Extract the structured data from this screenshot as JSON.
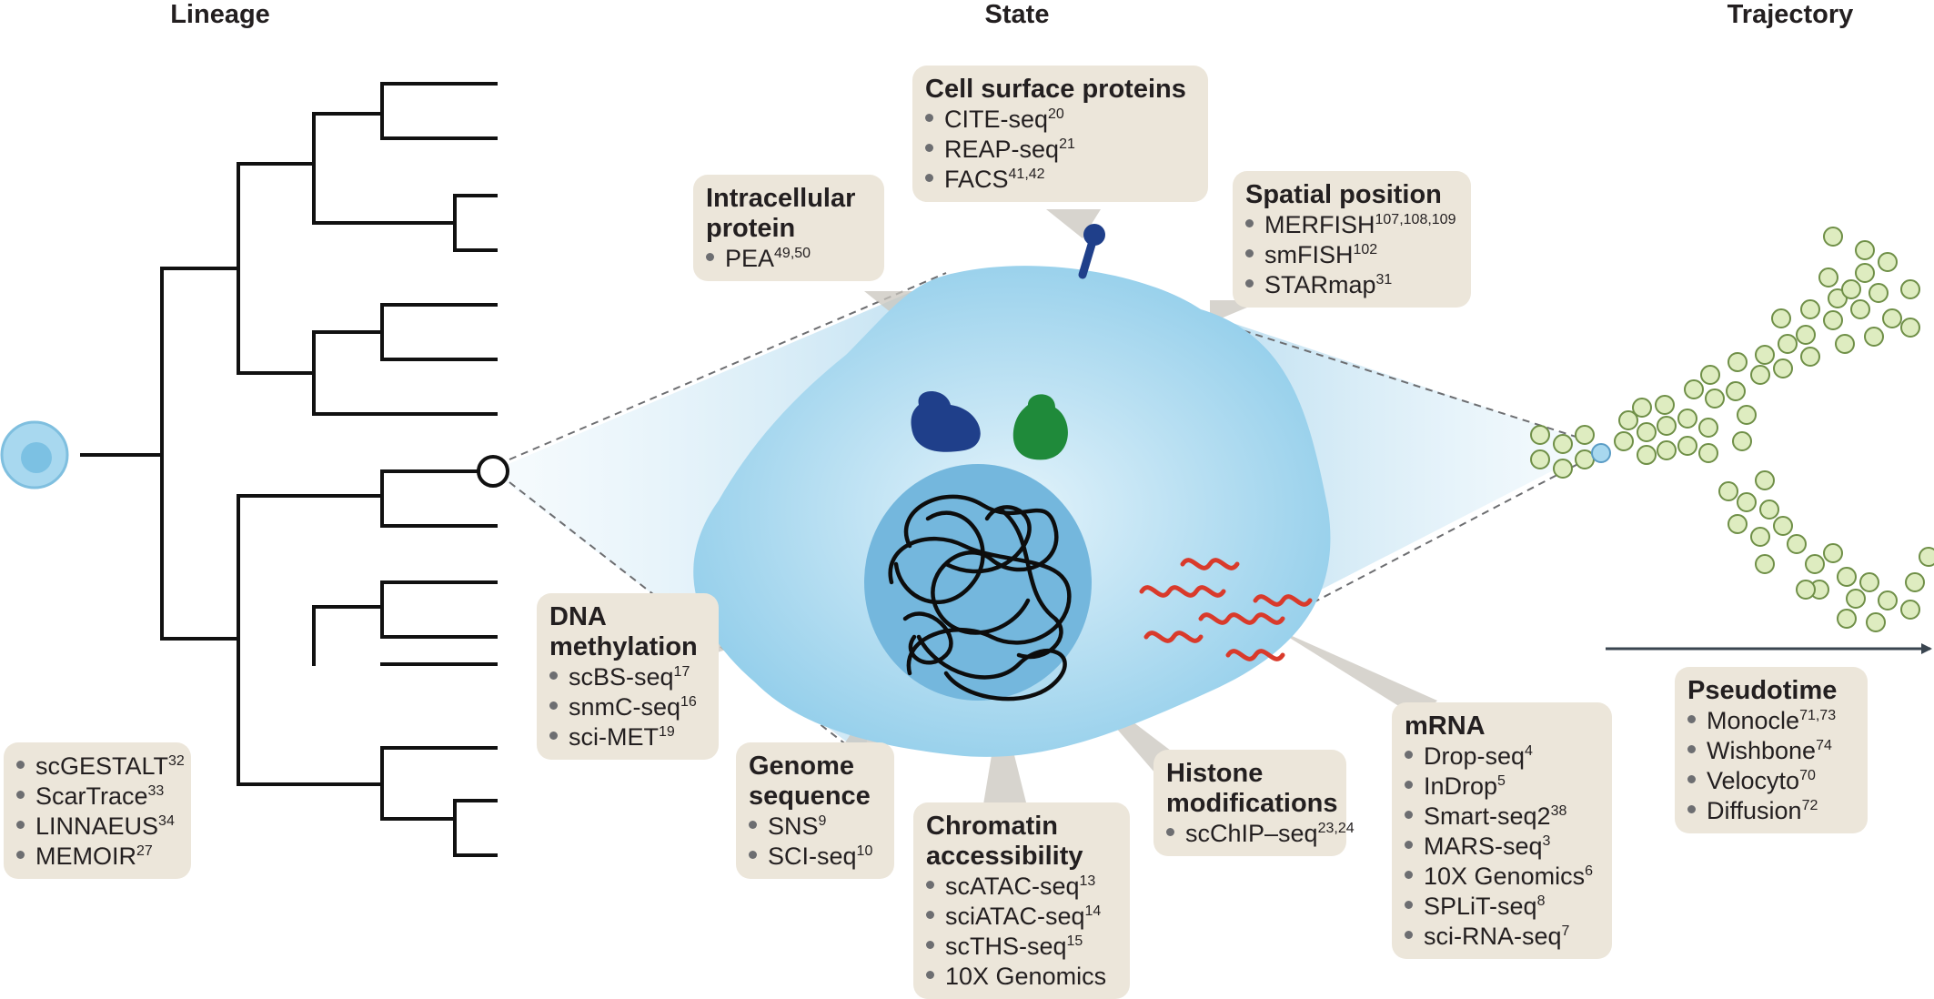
{
  "headers": {
    "lineage": "Lineage",
    "state": "State",
    "trajectory": "Trajectory"
  },
  "colors": {
    "tree": "#111111",
    "box_bg": "#ece6da",
    "cell_fill": "#9fd3ec",
    "nucleus": "#72b6dc",
    "protein_blue": "#1f3f8a",
    "protein_green": "#1f8a3a",
    "mrna": "#d93a2b",
    "trajectory_dot": "#deecc0",
    "trajectory_dot_stroke": "#6f8f47",
    "arrow": "#3a4550"
  },
  "boxes": {
    "lineage_methods": {
      "title": "",
      "items": [
        {
          "label": "scGESTALT",
          "ref": "32"
        },
        {
          "label": "ScarTrace",
          "ref": "33"
        },
        {
          "label": "LINNAEUS",
          "ref": "34"
        },
        {
          "label": "MEMOIR",
          "ref": "27"
        }
      ]
    },
    "cell_surface": {
      "title": "Cell surface proteins",
      "items": [
        {
          "label": "CITE-seq",
          "ref": "20"
        },
        {
          "label": "REAP-seq",
          "ref": "21"
        },
        {
          "label": "FACS",
          "ref": "41,42"
        }
      ]
    },
    "intracellular": {
      "title": "Intracellular protein",
      "items": [
        {
          "label": "PEA",
          "ref": "49,50"
        }
      ]
    },
    "spatial": {
      "title": "Spatial position",
      "items": [
        {
          "label": "MERFISH",
          "ref": "107,108,109"
        },
        {
          "label": "smFISH",
          "ref": "102"
        },
        {
          "label": "STARmap",
          "ref": "31"
        }
      ]
    },
    "dna_methylation": {
      "title": "DNA methylation",
      "items": [
        {
          "label": "scBS-seq",
          "ref": "17"
        },
        {
          "label": "snmC-seq",
          "ref": "16"
        },
        {
          "label": "sci-MET",
          "ref": "19"
        }
      ]
    },
    "genome": {
      "title": "Genome sequence",
      "items": [
        {
          "label": "SNS",
          "ref": "9"
        },
        {
          "label": "SCI-seq",
          "ref": "10"
        }
      ]
    },
    "chromatin": {
      "title": "Chromatin accessibility",
      "items": [
        {
          "label": "scATAC-seq",
          "ref": "13"
        },
        {
          "label": "sciATAC-seq",
          "ref": "14"
        },
        {
          "label": "scTHS-seq",
          "ref": "15"
        },
        {
          "label": "10X Genomics",
          "ref": ""
        }
      ]
    },
    "histone": {
      "title": "Histone modifications",
      "items": [
        {
          "label": "scChIP–seq",
          "ref": "23,24"
        }
      ]
    },
    "mrna": {
      "title": "mRNA",
      "items": [
        {
          "label": "Drop-seq",
          "ref": "4"
        },
        {
          "label": "InDrop",
          "ref": "5"
        },
        {
          "label": "Smart-seq2",
          "ref": "38"
        },
        {
          "label": "MARS-seq",
          "ref": "3"
        },
        {
          "label": "10X Genomics",
          "ref": "6"
        },
        {
          "label": "SPLiT-seq",
          "ref": "8"
        },
        {
          "label": "sci-RNA-seq",
          "ref": "7"
        }
      ]
    },
    "pseudotime": {
      "title": "Pseudotime",
      "items": [
        {
          "label": "Monocle",
          "ref": "71,73"
        },
        {
          "label": "Wishbone",
          "ref": "74"
        },
        {
          "label": "Velocyto",
          "ref": "70"
        },
        {
          "label": "Diffusion",
          "ref": "72"
        }
      ]
    }
  }
}
